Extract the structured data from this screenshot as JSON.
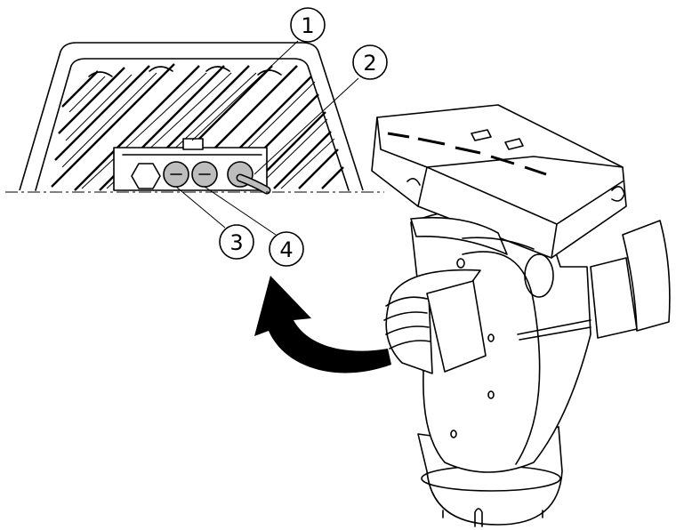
{
  "callouts": [
    {
      "id": "1",
      "label": "1"
    },
    {
      "id": "2",
      "label": "2"
    },
    {
      "id": "3",
      "label": "3"
    },
    {
      "id": "4",
      "label": "4"
    }
  ],
  "colors": {
    "line": "#000000",
    "gland_fill": "#bdbdbd",
    "background": "#ffffff"
  }
}
